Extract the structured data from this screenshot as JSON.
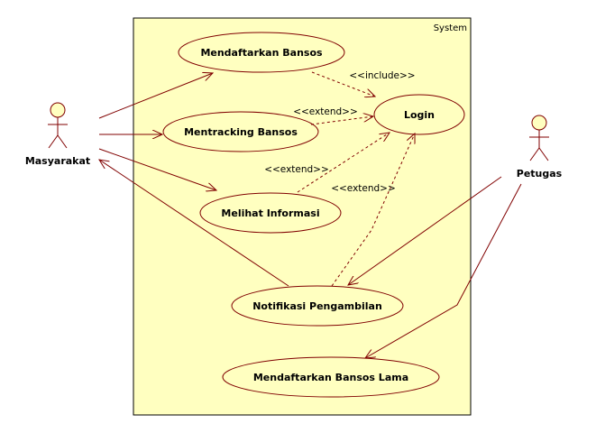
{
  "system": {
    "label": "System"
  },
  "actors": {
    "masyarakat": {
      "label": "Masyarakat"
    },
    "petugas": {
      "label": "Petugas"
    }
  },
  "use_cases": {
    "mendaftarkan": {
      "label": "Mendaftarkan Bansos"
    },
    "login": {
      "label": "Login"
    },
    "tracking": {
      "label": "Mentracking Bansos"
    },
    "informasi": {
      "label": "Melihat Informasi"
    },
    "notifikasi": {
      "label": "Notifikasi Pengambilan"
    },
    "lama": {
      "label": "Mendaftarkan Bansos Lama"
    }
  },
  "relations": {
    "include_label": "<<include>>",
    "extend_label": "<<extend>>"
  },
  "colors": {
    "fill": "#ffffc0",
    "stroke": "#800000",
    "system_stroke": "#000000"
  }
}
